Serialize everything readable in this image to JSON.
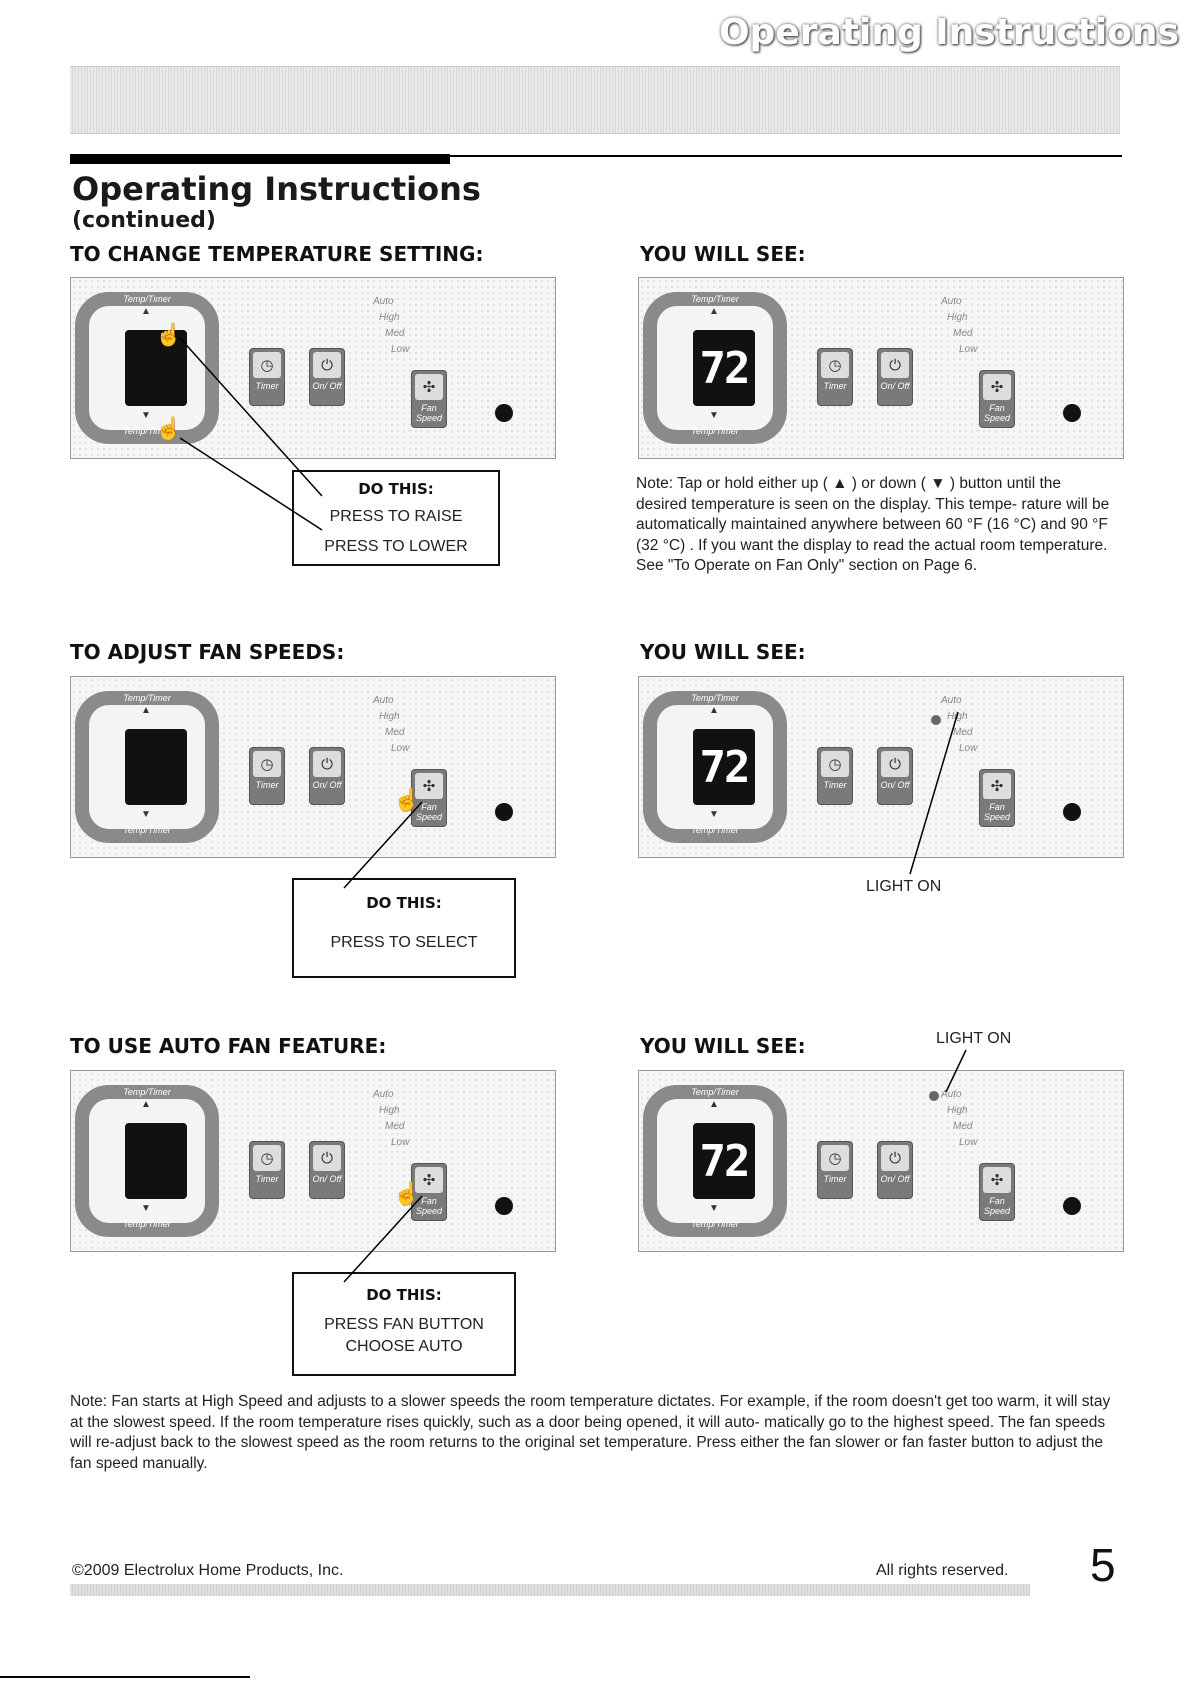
{
  "header": {
    "banner_title": "Operating Instructions",
    "title": "Operating Instructions",
    "subtitle": "(continued)"
  },
  "panel_labels": {
    "temp_timer": "Temp/Timer",
    "timer": "Timer",
    "on_off": "On/ Off",
    "fan_speed": "Fan Speed",
    "speeds": [
      "Auto",
      "High",
      "Med",
      "Low"
    ],
    "display_value": "72"
  },
  "sections": [
    {
      "heading": "TO CHANGE TEMPERATURE SETTING:",
      "see_heading": "YOU WILL SEE:",
      "callout_title": "DO THIS:",
      "callout_lines": [
        "PRESS TO RAISE",
        "PRESS TO LOWER"
      ],
      "note": "Note: Tap or hold either up ( ▲ ) or down ( ▼ ) button until the desired temperature is seen on the display. This tempe- rature will be automatically maintained anywhere between 60 °F (16 °C) and 90 °F (32 °C) . If you want the display to read the actual room temperature. See \"To Operate on Fan Only\" section on Page 6."
    },
    {
      "heading": "TO ADJUST FAN SPEEDS:",
      "see_heading": "YOU WILL SEE:",
      "callout_title": "DO THIS:",
      "callout_lines": [
        "PRESS TO SELECT"
      ],
      "light_label": "LIGHT ON"
    },
    {
      "heading": "TO USE AUTO FAN FEATURE:",
      "see_heading": "YOU WILL SEE:",
      "callout_title": "DO THIS:",
      "callout_lines": [
        "PRESS FAN BUTTON",
        "CHOOSE AUTO"
      ],
      "light_label": "LIGHT ON"
    }
  ],
  "bottom_note": "Note: Fan starts at High Speed and adjusts to a slower speeds the room temperature dictates. For example, if the room doesn't get too warm, it will stay at the slowest speed. If the room temperature rises quickly, such as a door being opened, it will auto- matically go to the highest speed. The fan speeds will re-adjust back to the slowest speed as the room returns to the original set temperature. Press either the fan slower or fan faster button to adjust the fan speed manually.",
  "footer": {
    "copyright": "©2009 Electrolux Home Products, Inc.",
    "rights": "All rights reserved.",
    "page_number": "5"
  }
}
